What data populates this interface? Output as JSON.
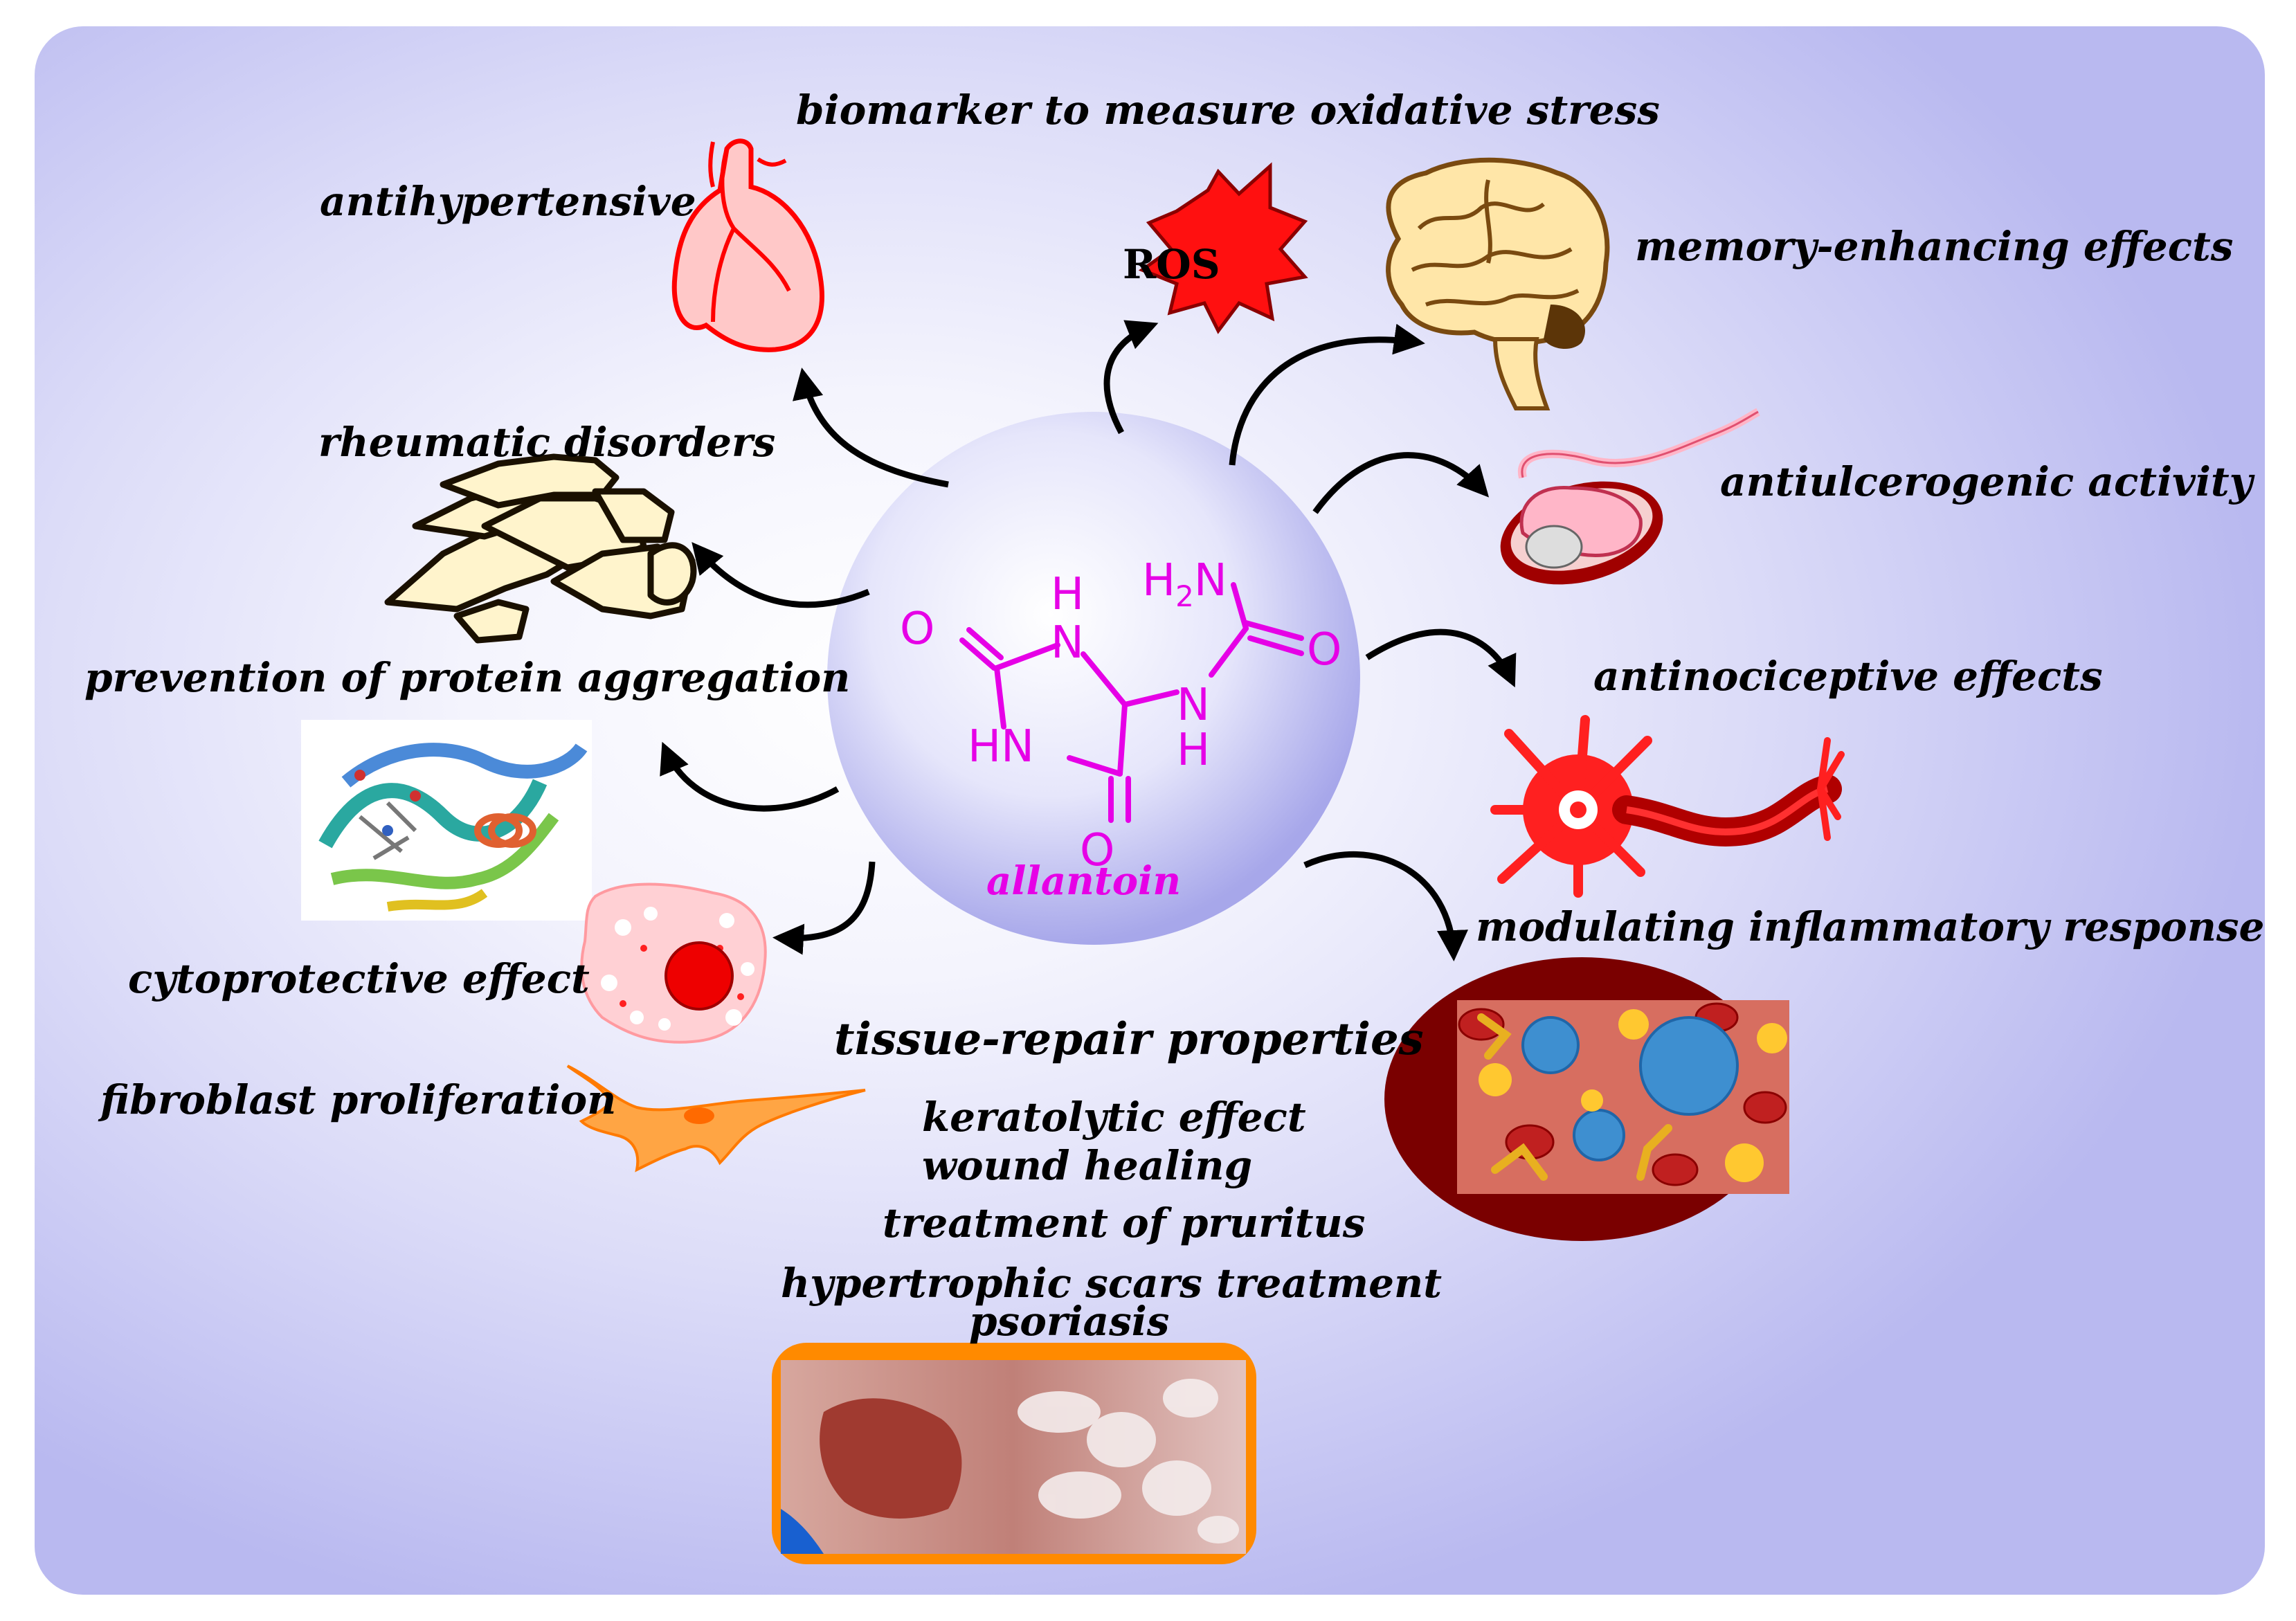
{
  "center": {
    "molecule": "allantoin",
    "ros_label": "ROS"
  },
  "effects": {
    "oxidative_stress": "biomarker to measure oxidative stress",
    "antihypertensive": "antihypertensive",
    "memory": "memory-enhancing effects",
    "rheumatic": "rheumatic disorders",
    "antiulcer": "antiulcerogenic activity",
    "antinociceptive": "antinociceptive effects",
    "protein_aggregation": "prevention of protein aggregation",
    "inflammatory": "modulating  inflammatory response",
    "cytoprotective": "cytoprotective effect",
    "fibroblast": "fibroblast proliferation"
  },
  "tissue_repair": {
    "heading": "tissue-repair properties",
    "items": [
      "keratolytic effect",
      "wound healing",
      "treatment of pruritus",
      "hypertrophic scars treatment",
      "psoriasis"
    ]
  },
  "colors": {
    "molecule": "#e600e6",
    "heart": "#ff0000",
    "ros": "#ff1010",
    "fibroblast": "#ff8800",
    "sphere": "#b8b8f2"
  },
  "icons": [
    "heart-icon",
    "ros-burst-icon",
    "brain-icon",
    "hand-skeleton-icon",
    "stomach-icon",
    "neuron-icon",
    "protein-structure-icon",
    "cell-icon",
    "fibroblast-icon",
    "immune-cells-icon",
    "skin-lesion-icon"
  ]
}
